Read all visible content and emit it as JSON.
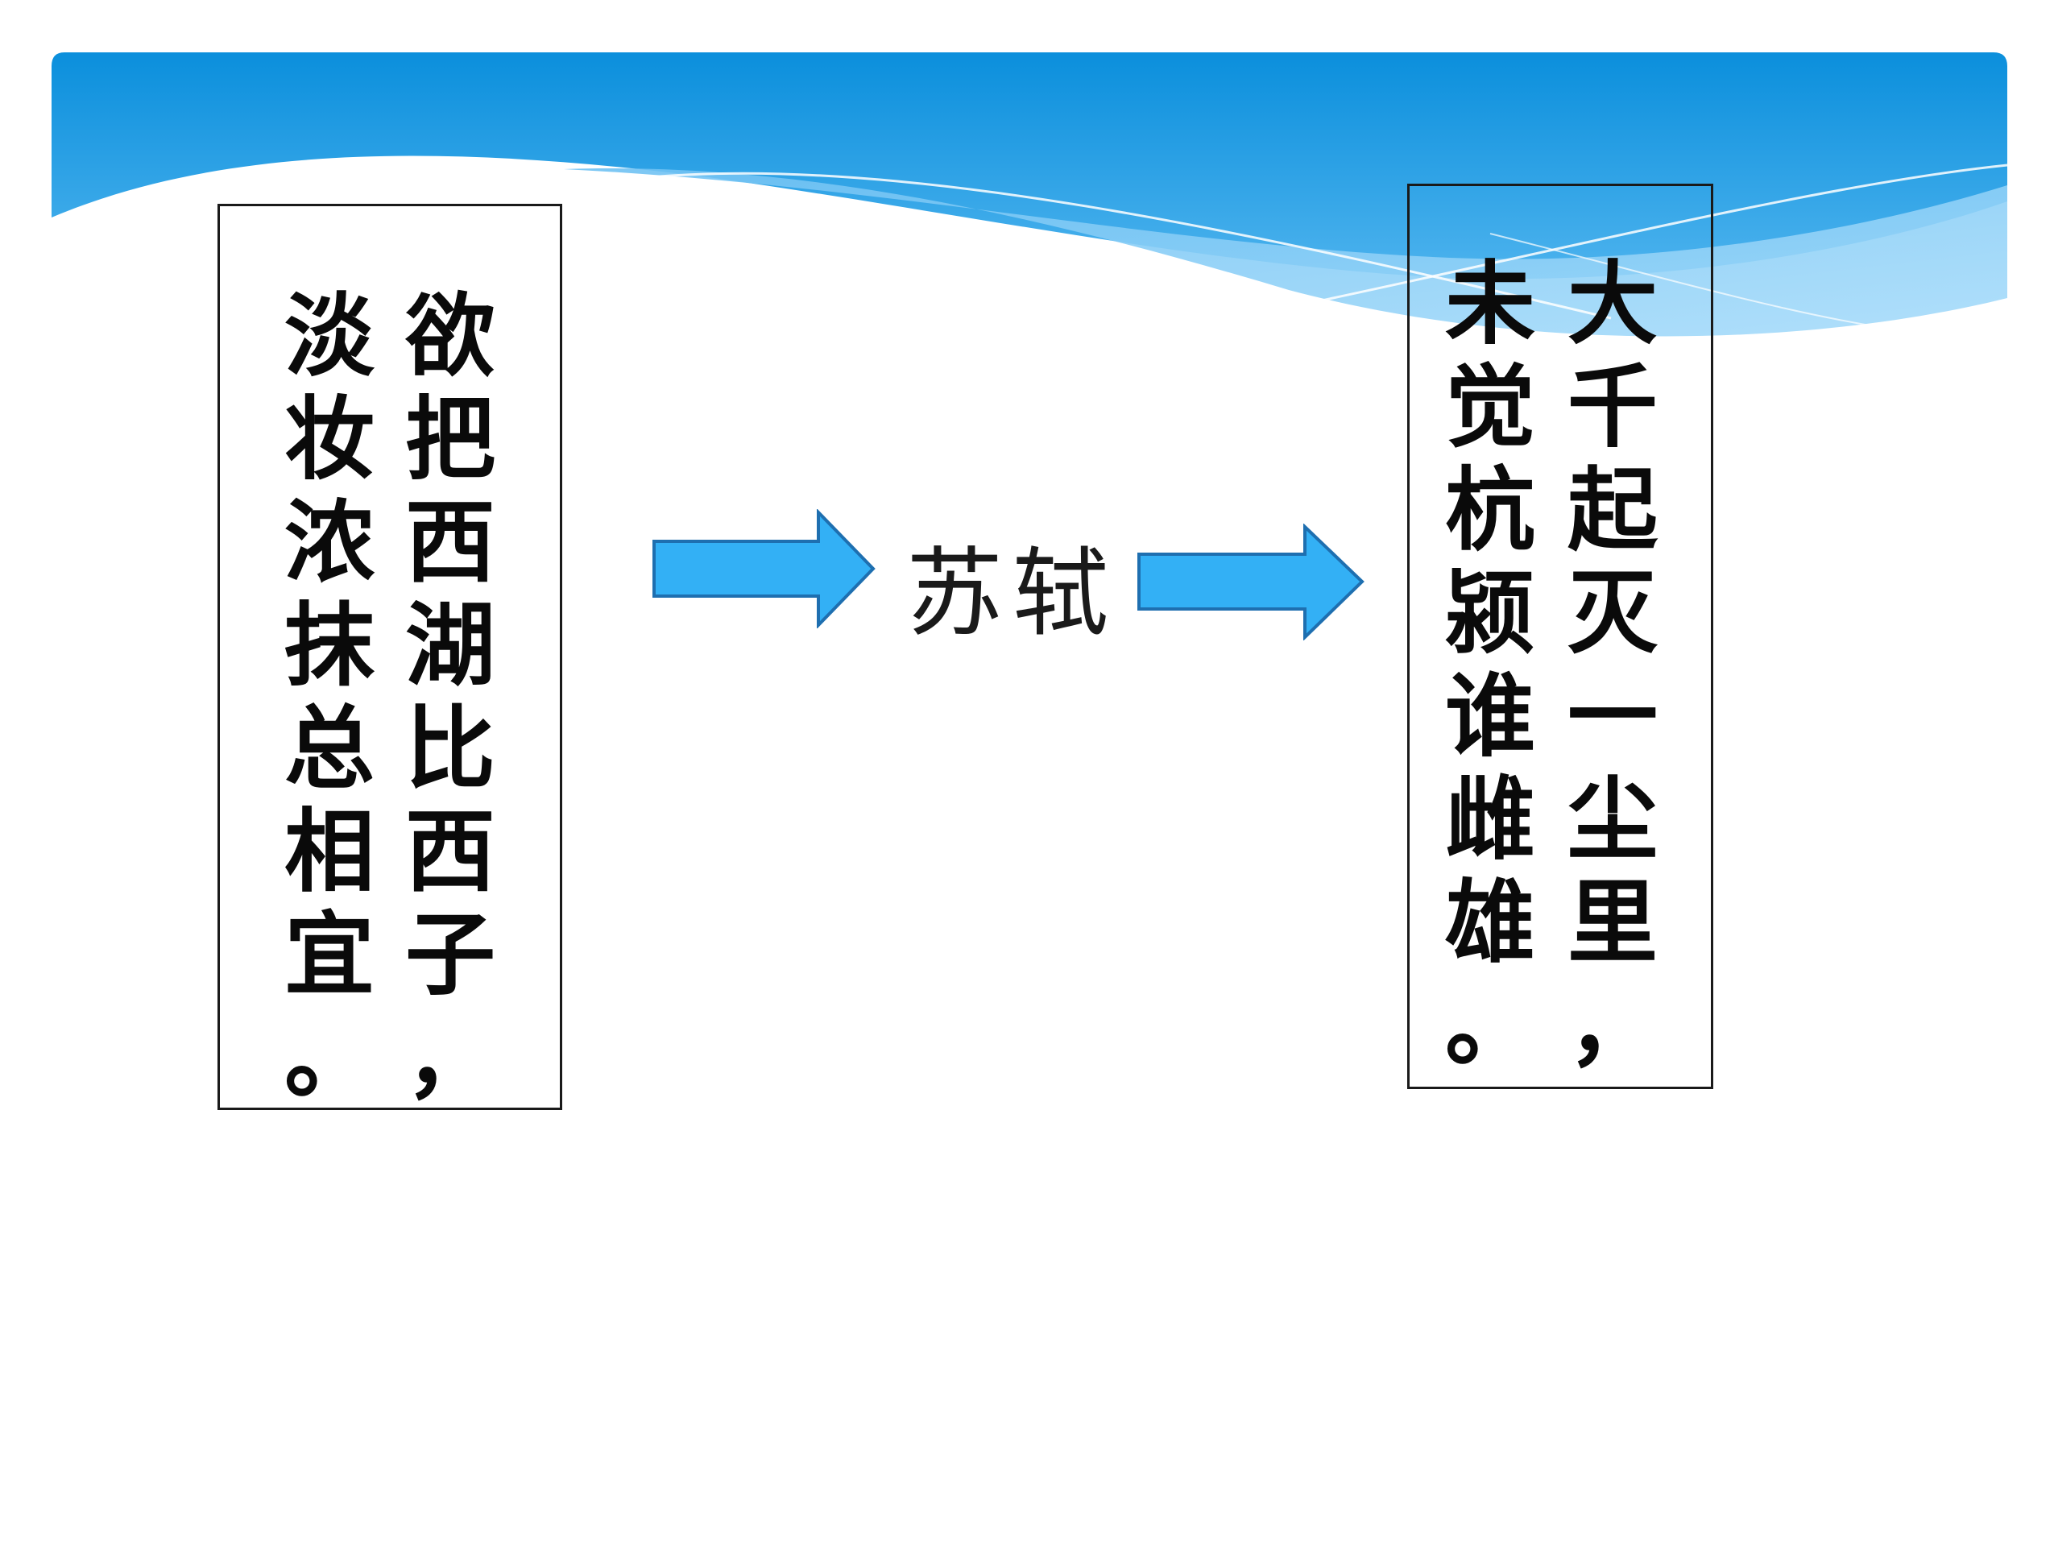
{
  "poem_left": {
    "col_1": [
      "欲",
      "把",
      "西",
      "湖",
      "比",
      "西",
      "子",
      "，"
    ],
    "col_2": [
      "淡",
      "妆",
      "浓",
      "抹",
      "总",
      "相",
      "宜",
      "。"
    ]
  },
  "author": "苏轼",
  "poem_right": {
    "col_1": [
      "大",
      "千",
      "起",
      "灭",
      "一",
      "尘",
      "里",
      "，"
    ],
    "col_2": [
      "未",
      "觉",
      "杭",
      "颍",
      "谁",
      "雌",
      "雄",
      "。"
    ]
  },
  "colors": {
    "banner_top": "#0b8fdc",
    "banner_mid": "#3aa6ea",
    "banner_light": "#8ccdf6",
    "arrow_fill": "#33b0f5",
    "arrow_stroke": "#1e6fb0",
    "border": "#1a1a1a"
  }
}
